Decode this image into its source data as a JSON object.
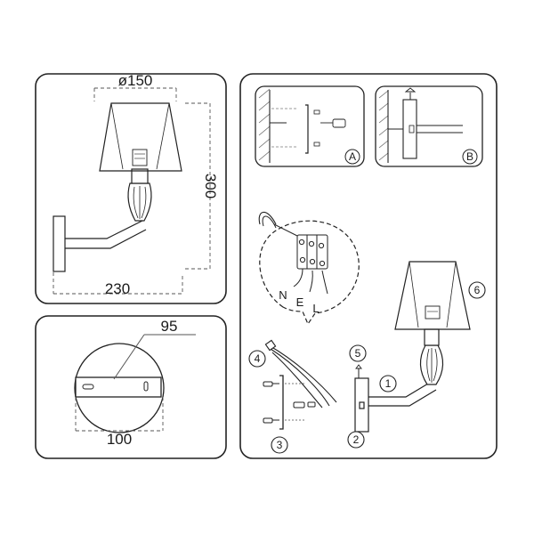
{
  "dimensions": {
    "shade_diameter": "ø150",
    "height": "300",
    "projection": "230",
    "plate_width": "95",
    "plate_height": "100"
  },
  "steps": {
    "detail_a": "A",
    "detail_b": "B",
    "step_1": "1",
    "step_2": "2",
    "step_3": "3",
    "step_4": "4",
    "step_5": "5",
    "step_6": "6"
  },
  "wiring": {
    "neutral": "N",
    "earth": "E",
    "live": "L"
  }
}
